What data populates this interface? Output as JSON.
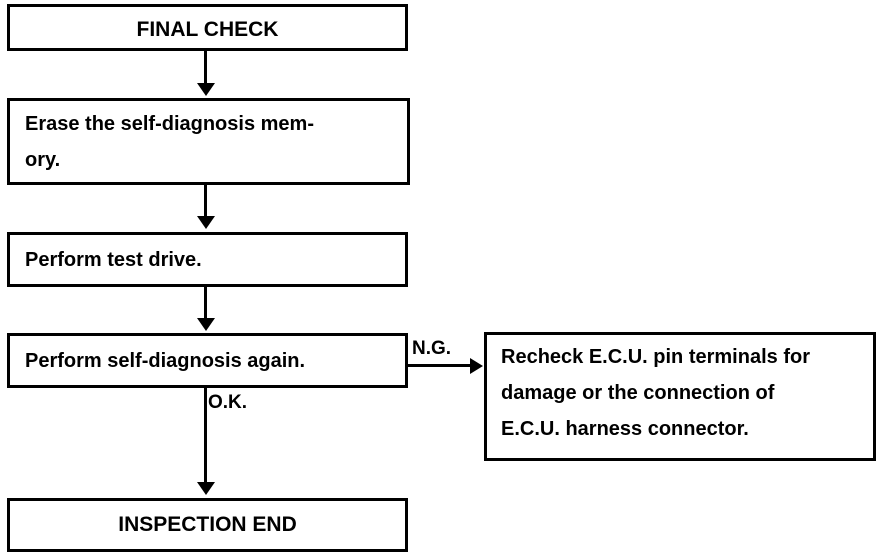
{
  "diagram": {
    "title": "FINAL CHECK flowchart",
    "background_color": "#ffffff",
    "line_color": "#000000",
    "text_color": "#000000",
    "nodes": [
      {
        "id": "final-check",
        "label": "FINAL CHECK",
        "align": "center",
        "lines": [
          "FINAL CHECK"
        ]
      },
      {
        "id": "erase-memory",
        "label": "Erase the self-diagnosis mem-ory.",
        "align": "left",
        "lines": [
          "Erase the self-diagnosis mem-",
          "ory."
        ]
      },
      {
        "id": "test-drive",
        "label": "Perform test drive.",
        "align": "left",
        "lines": [
          "Perform test drive."
        ]
      },
      {
        "id": "self-diagnosis-again",
        "label": "Perform self-diagnosis again.",
        "align": "left",
        "lines": [
          "Perform self-diagnosis again."
        ]
      },
      {
        "id": "recheck-ecu",
        "label": "Recheck E.C.U. pin terminals for damage or the connection of E.C.U. harness connector.",
        "align": "left",
        "lines": [
          "Recheck E.C.U. pin terminals for",
          "damage or the connection of",
          "E.C.U. harness connector."
        ]
      },
      {
        "id": "inspection-end",
        "label": "INSPECTION END",
        "align": "center",
        "lines": [
          "INSPECTION END"
        ]
      }
    ],
    "edge_labels": {
      "ng": "N.G.",
      "ok": "O.K."
    }
  }
}
